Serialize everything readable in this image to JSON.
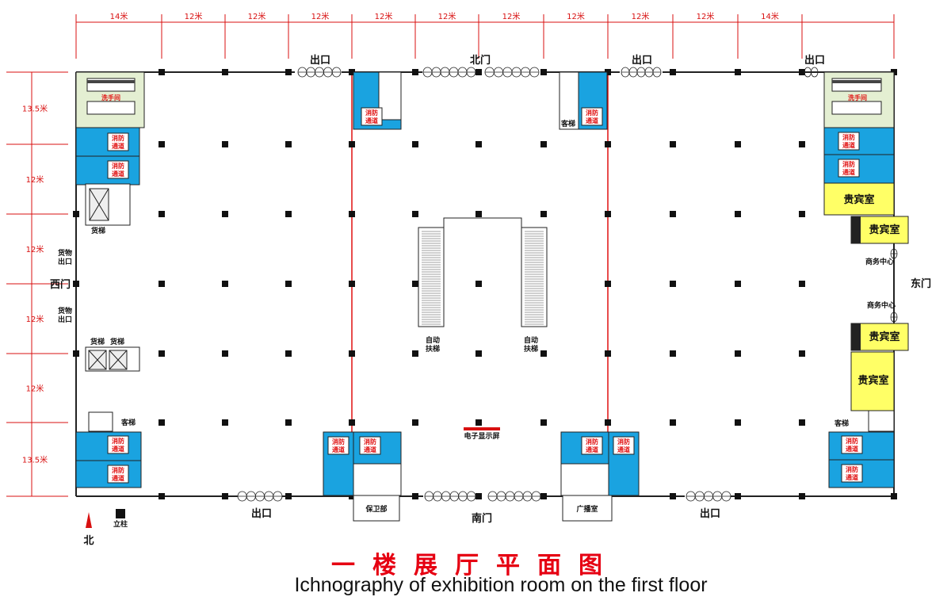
{
  "dimensions": {
    "top": [
      "14米",
      "12米",
      "12米",
      "12米",
      "12米",
      "12米",
      "12米",
      "12米",
      "12米",
      "12米",
      "14米"
    ],
    "left": [
      "13.5米",
      "12米",
      "12米",
      "12米",
      "12米",
      "13.5米"
    ]
  },
  "labels": {
    "exit": "出口",
    "north_gate": "北门",
    "south_gate": "南门",
    "west_gate": "西门",
    "east_gate": "东门",
    "fire_exit_line1": "消防",
    "fire_exit_line2": "通道",
    "freight_lift": "货梯",
    "cargo_exit_line1": "货物",
    "cargo_exit_line2": "出口",
    "passenger_lift": "客梯",
    "washroom": "洗手间",
    "vip_room": "贵宾室",
    "business_center": "商务中心",
    "escalator_line1": "自动",
    "escalator_line2": "扶梯",
    "screen": "电子显示屏",
    "security": "保卫部",
    "broadcast": "广播室",
    "column": "立柱",
    "north": "北"
  },
  "title": {
    "cn": "一楼展厅平面图",
    "en": "Ichnography of exhibition room on the first floor"
  },
  "colors": {
    "dimension": "#d81010",
    "stair_blue": "#1aa3e0",
    "vip_yellow": "#ffff66",
    "washroom_green": "#e4efd2",
    "title_red": "#e60012"
  }
}
